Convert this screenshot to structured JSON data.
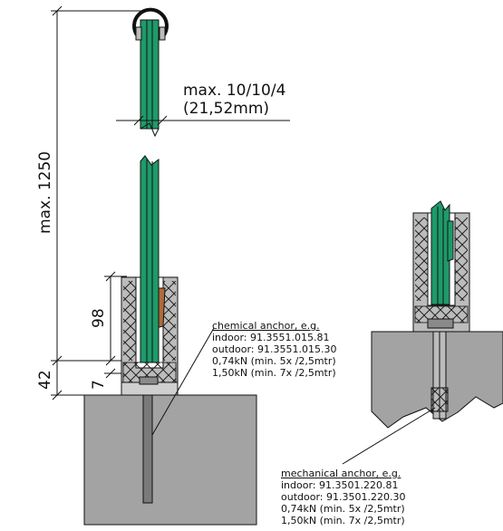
{
  "dimensions": {
    "height": "max. 1250",
    "glass": "max. 10/10/4",
    "glass_mm": "(21,52mm)",
    "profile": "98",
    "base": "42",
    "bottom": "7"
  },
  "chemical_anchor": {
    "title": "chemical anchor, e.g.",
    "indoor": "indoor: 91.3551.015.81",
    "outdoor": "outdoor: 91.3551.015.30",
    "load_1": "0,74kN (min. 5x /2,5mtr)",
    "load_2": "1,50kN (min. 7x /2,5mtr)"
  },
  "mechanical_anchor": {
    "title": "mechanical anchor, e.g.",
    "indoor": "indoor: 91.3501.220.81",
    "outdoor": "outdoor: 91.3501.220.30",
    "load_1": "0,74kN (min. 5x /2,5mtr)",
    "load_2": "1,50kN (min. 7x /2,5mtr)"
  },
  "colors": {
    "glass": "#1e9a6a",
    "profile": "#bcbcbc",
    "concrete": "#a3a3a3",
    "line": "#111111"
  }
}
